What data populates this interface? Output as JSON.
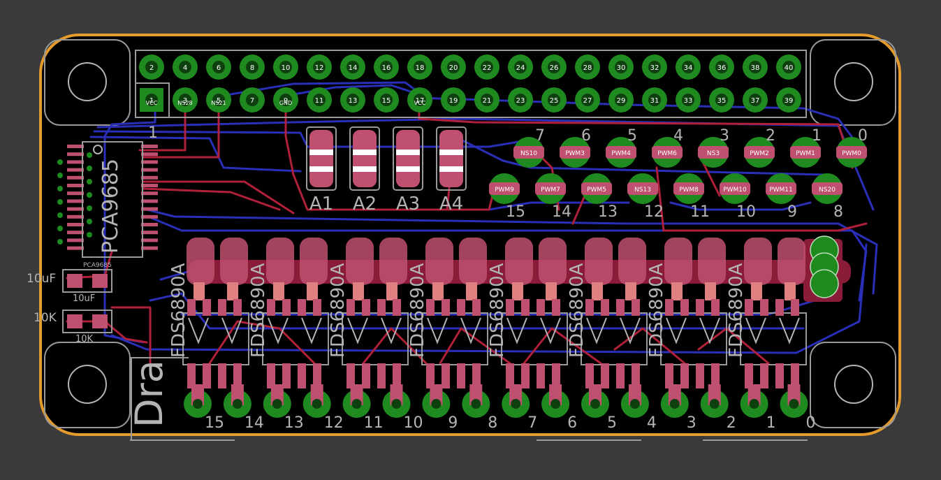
{
  "board": {
    "outline_color": "#e39b2c",
    "background_color": "#000000",
    "canvas_color": "#3a3a3a",
    "top_copper_color": "#b0203a",
    "bottom_copper_color": "#2a2fb8",
    "pad_color": "#1f8a1f",
    "smd_pad_color": "#c05070",
    "silkscreen_color": "#a0a0a0"
  },
  "header": {
    "top_row_pins": [
      "2",
      "4",
      "6",
      "8",
      "10",
      "12",
      "14",
      "16",
      "18",
      "20",
      "22",
      "24",
      "26",
      "28",
      "30",
      "32",
      "34",
      "36",
      "38",
      "40"
    ],
    "bottom_row_pins": [
      "1",
      "3",
      "5",
      "7",
      "9",
      "11",
      "13",
      "15",
      "17",
      "19",
      "21",
      "23",
      "25",
      "27",
      "29",
      "31",
      "33",
      "35",
      "37",
      "39"
    ],
    "signal_labels": {
      "pin1": "VCC",
      "pin3": "NS28",
      "pin5": "NS21",
      "pin9": "GND",
      "pin17": "VCC"
    },
    "pin1_marker": "1"
  },
  "chip": {
    "name": "PCA9685",
    "small_label": "PCA9685"
  },
  "resistor_pads": [
    "A1",
    "A2",
    "A3",
    "A4"
  ],
  "upper_channels": [
    "7",
    "6",
    "5",
    "4",
    "3",
    "2",
    "1",
    "0"
  ],
  "lower_channels": [
    "15",
    "14",
    "13",
    "12",
    "11",
    "10",
    "9",
    "8"
  ],
  "via_labels": {
    "upper": [
      "NS10",
      "PWM3",
      "PWM4",
      "PWM6",
      "NS3",
      "PWM2",
      "PWM1",
      "PWM0"
    ],
    "lower": [
      "PWM9",
      "PWM7",
      "PWM5",
      "NS13",
      "PWM8",
      "PWM10",
      "PWM11",
      "NS20"
    ]
  },
  "passives": {
    "cap": "10uF",
    "cap_small": "10uF",
    "res": "10K",
    "res_small": "10K"
  },
  "mosfet_part": "FDS6890A",
  "output_channels": [
    "15",
    "14",
    "13",
    "12",
    "11",
    "10",
    "9",
    "8",
    "7",
    "6",
    "5",
    "4",
    "3",
    "2",
    "1",
    "0"
  ],
  "corner_text": "Dra",
  "gnd_label": "GND"
}
